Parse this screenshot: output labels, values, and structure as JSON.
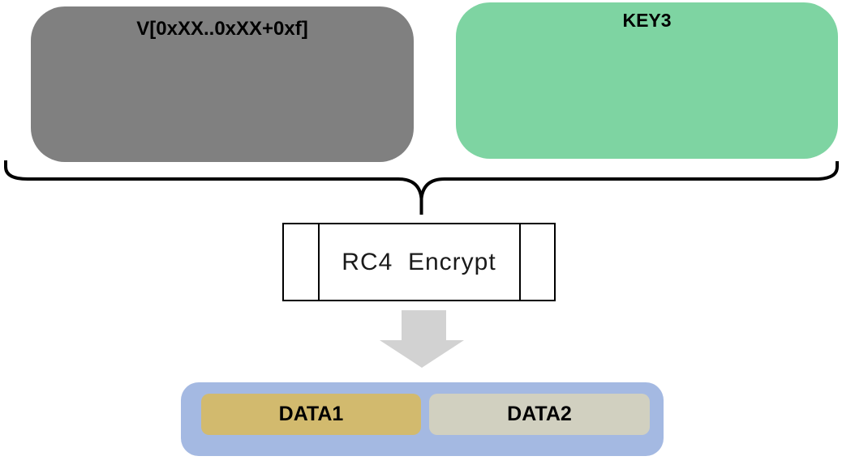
{
  "diagram": {
    "inputs": {
      "left": {
        "label": "V[0xXX..0xXX+0xf]",
        "fill": "#808080"
      },
      "right": {
        "label": "KEY3",
        "fill": "#7ed4a2"
      }
    },
    "brace": {
      "color": "#000000"
    },
    "process": {
      "label": "RC4  Encrypt",
      "fill": "#ffffff",
      "border_color": "#000000"
    },
    "arrow": {
      "color": "#d2d2d2",
      "direction": "down"
    },
    "output": {
      "container_fill": "#a4b9e2",
      "segments": [
        {
          "label": "DATA1",
          "fill": "#d2ba6e"
        },
        {
          "label": "DATA2",
          "fill": "#d1d0c0"
        }
      ]
    }
  }
}
